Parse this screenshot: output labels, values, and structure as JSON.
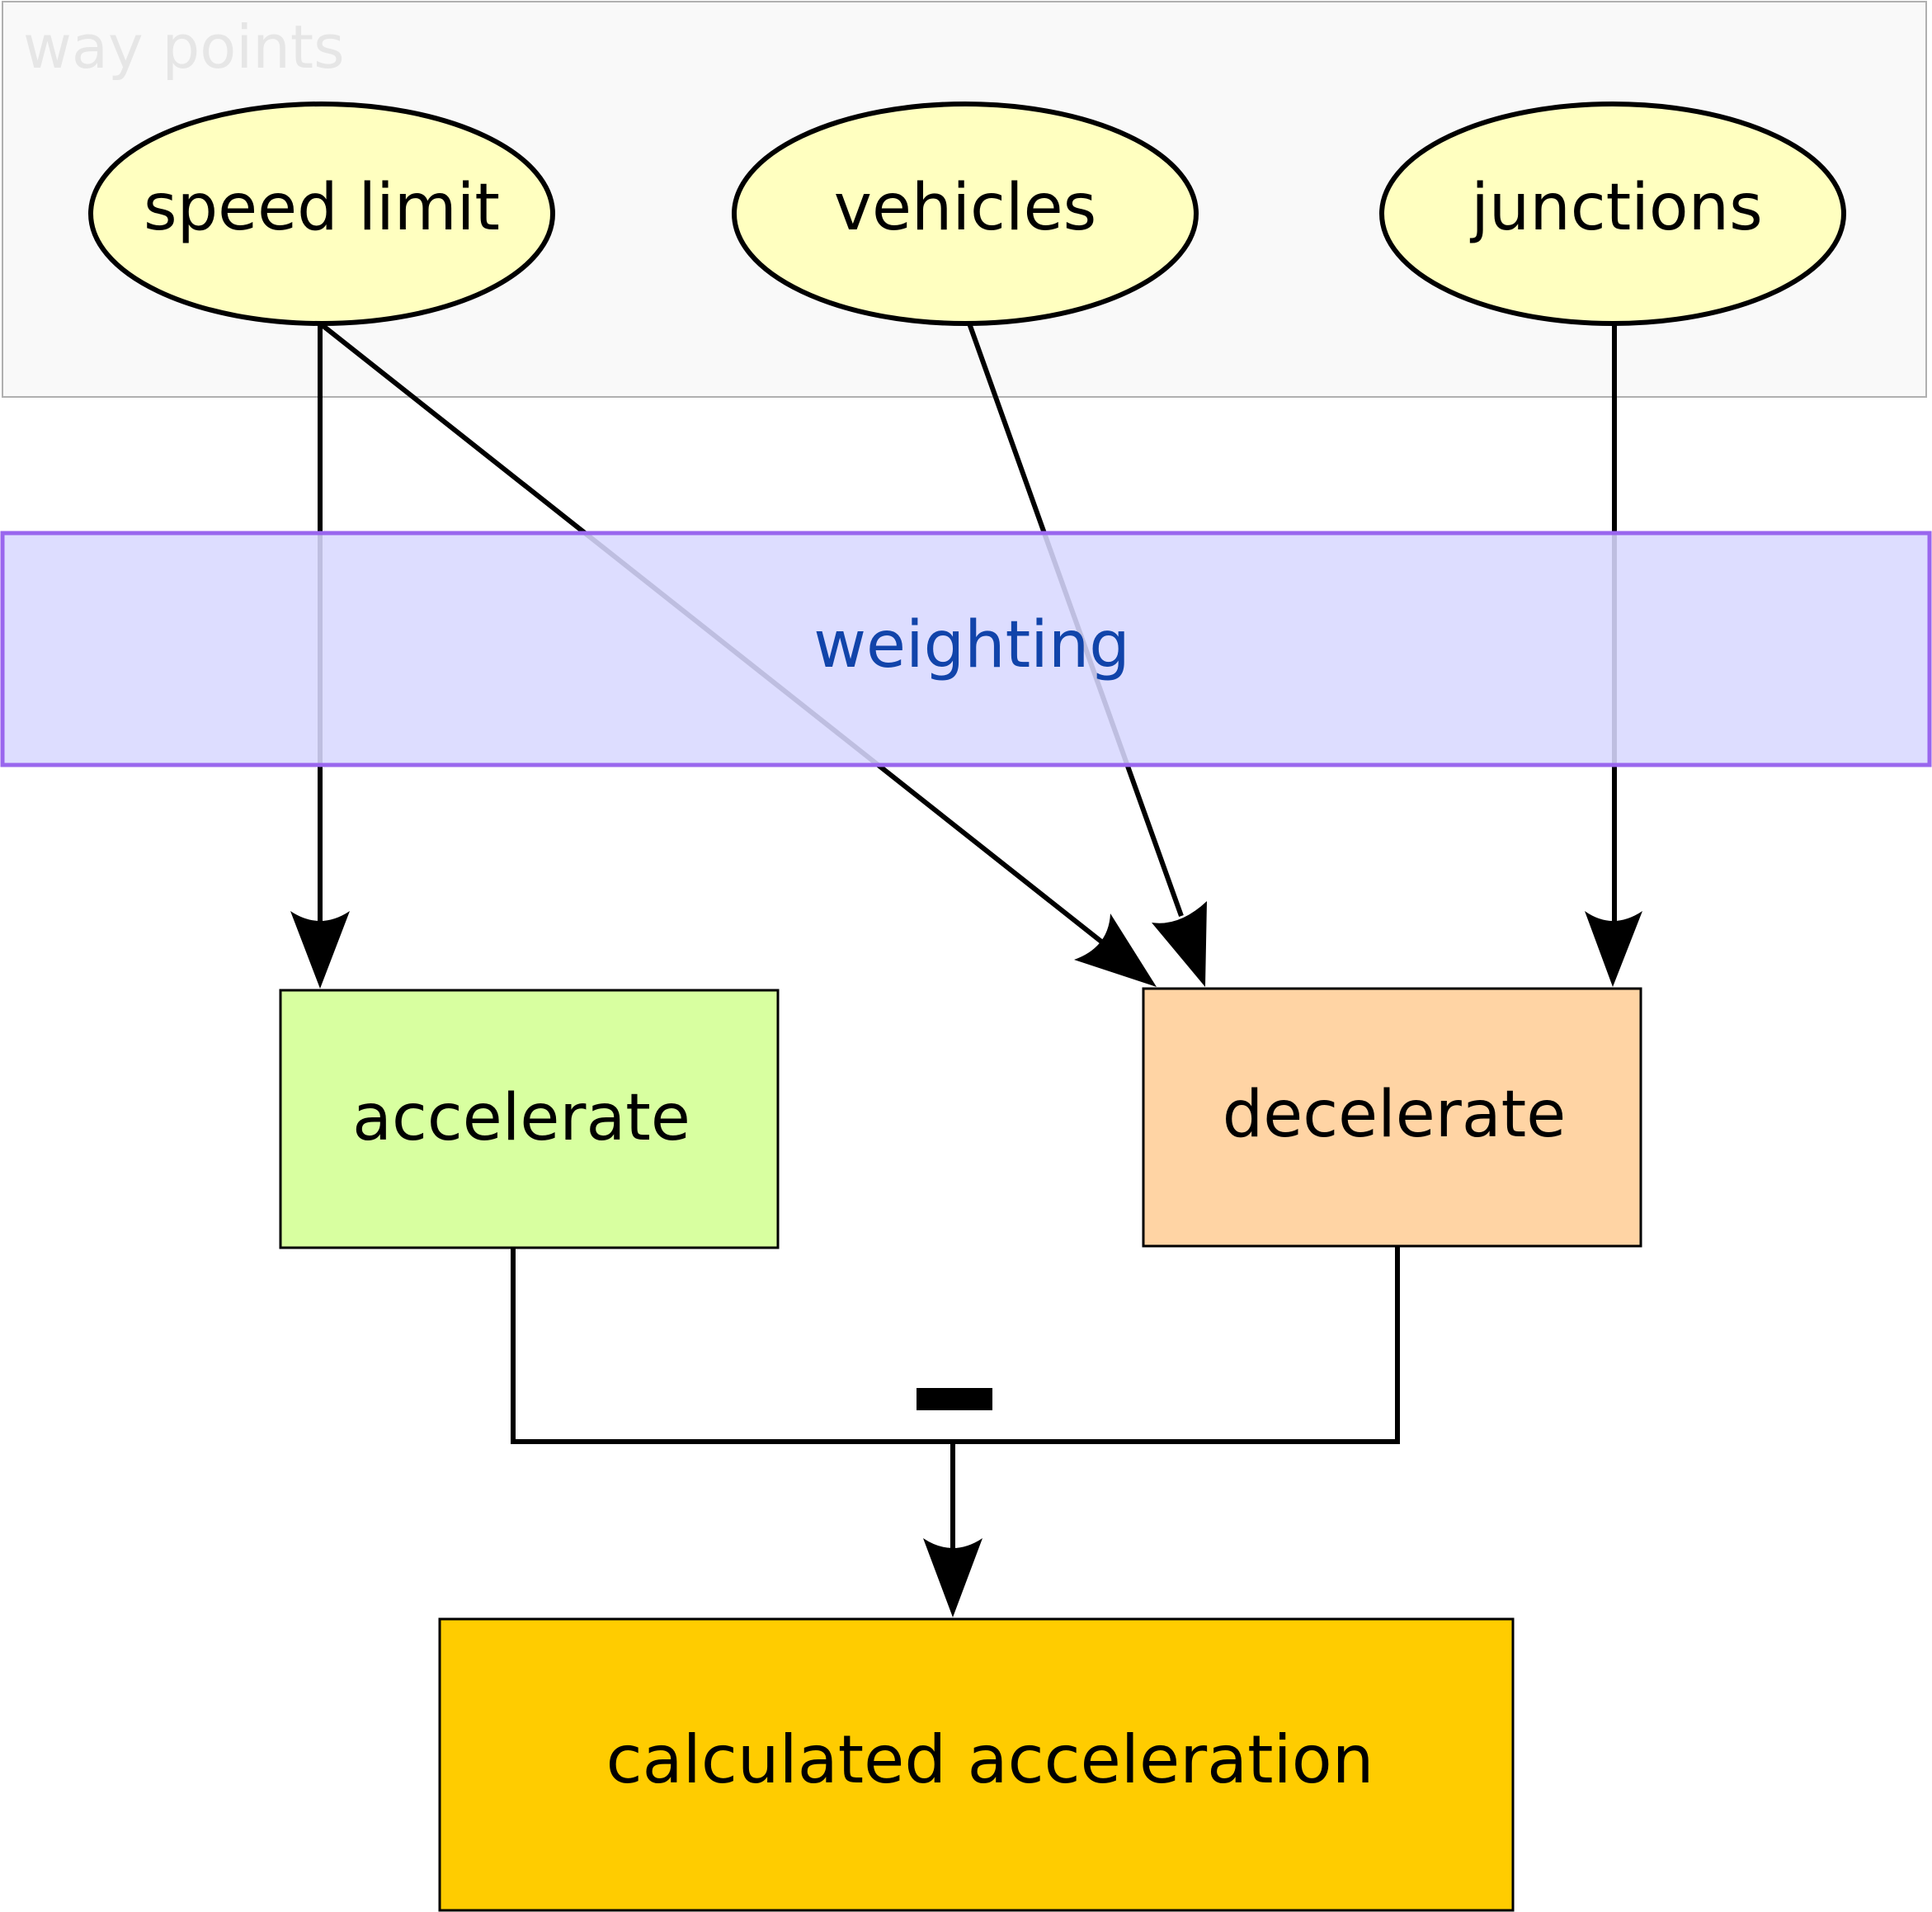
{
  "diagram": {
    "group": {
      "label": "way points"
    },
    "nodes": {
      "speed_limit": "speed limit",
      "vehicles": "vehicles",
      "junctions": "junctions",
      "weighting": "weighting",
      "accelerate": "accelerate",
      "decelerate": "decelerate",
      "calculated_acceleration": "calculated acceleration"
    },
    "colors": {
      "group_fill": "#f9f9f9",
      "group_stroke": "#b0b0b0",
      "group_label": "#e6e6e6",
      "ellipse_fill": "#ffffc0",
      "weighting_fill": "#d8d8ff",
      "weighting_stroke": "#9966ee",
      "weighting_text": "#1144aa",
      "accelerate_fill": "#d8ffa0",
      "decelerate_fill": "#ffd4a4",
      "result_fill": "#ffcc00",
      "line": "#000000"
    }
  }
}
